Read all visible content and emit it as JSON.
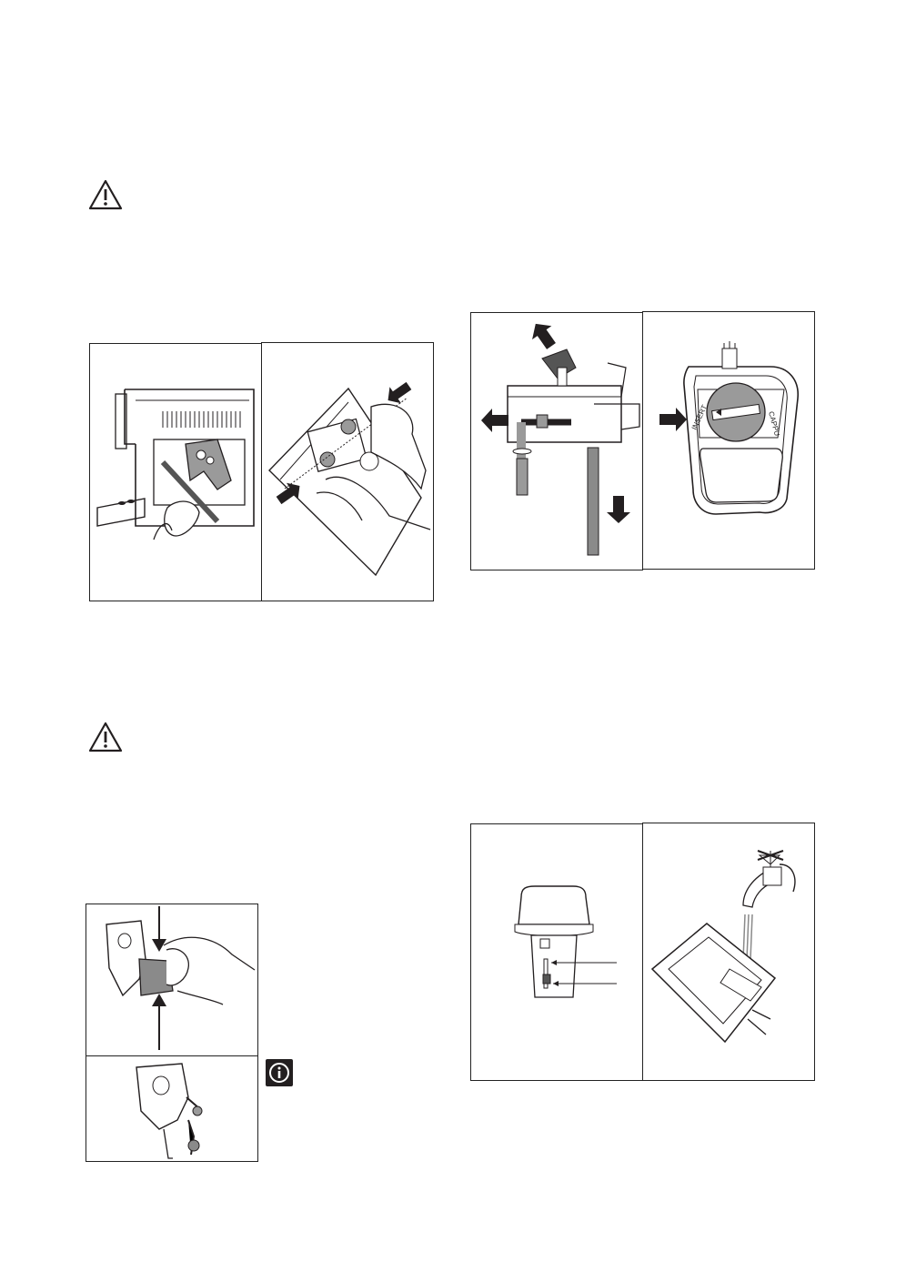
{
  "page": {
    "background": "#ffffff",
    "line_color": "#231f20",
    "part_gray": "#8a8a8a",
    "dark_gray": "#555555"
  },
  "icons": {
    "warning_1": "warning-triangle-icon",
    "warning_2": "warning-triangle-icon",
    "info": "info-icon"
  },
  "figures": {
    "fig_a_left": "coffee-machine-brewing-unit-removal",
    "fig_a_right": "brewing-unit-squeeze-release",
    "fig_b_left": "brewing-unit-pipes-detach",
    "fig_b_right": "grinder-dial-setting",
    "fig_c_top": "nozzle-press-assembly",
    "fig_c_bottom": "nozzle-assembled",
    "fig_d_left": "cappuccino-nozzle-parts",
    "fig_d_right": "rinse-under-tap"
  },
  "dial": {
    "text_left": "INSERT",
    "text_right": "CAPPU"
  }
}
